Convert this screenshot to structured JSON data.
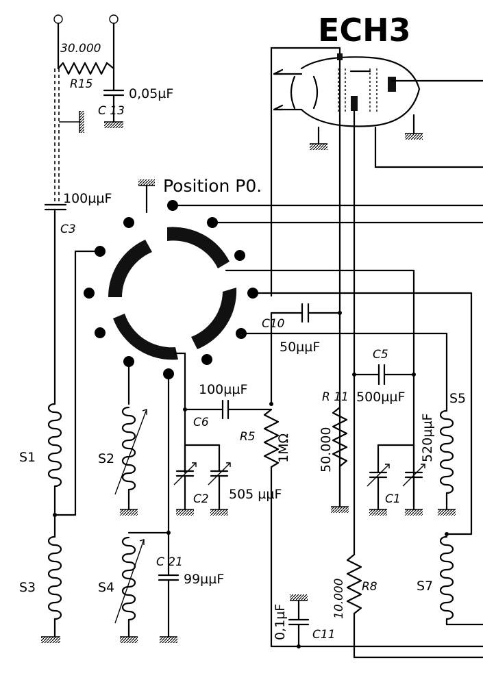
{
  "tube": {
    "name": "ECH3"
  },
  "switch": {
    "position_label": "Position P0."
  },
  "resistors": {
    "r15": {
      "id": "R15",
      "value": "30.000"
    },
    "r11": {
      "id": "R 11",
      "value": "50.000"
    },
    "r5": {
      "id": "R5",
      "value": "1MΩ"
    },
    "r8": {
      "id": "R8",
      "value": "10.000"
    }
  },
  "capacitors": {
    "c13": {
      "id": "C 13",
      "value": "0,05µF"
    },
    "c3": {
      "id": "C3",
      "value": "100µµF"
    },
    "c10": {
      "id": "C10",
      "value": "50µµF"
    },
    "c5": {
      "id": "C5",
      "value": "500µµF"
    },
    "c6": {
      "id": "C6",
      "value": "100µµF"
    },
    "c2": {
      "id": "C2",
      "value": "505 µµF"
    },
    "c1": {
      "id": "C1",
      "value": "520µµF"
    },
    "c21": {
      "id": "C 21",
      "value": "99µµF"
    },
    "c11": {
      "id": "C11",
      "value": "0,1µF"
    }
  },
  "coils": {
    "s1": "S1",
    "s2": "S2",
    "s3": "S3",
    "s4": "S4",
    "s5": "S5",
    "s7": "S7"
  }
}
